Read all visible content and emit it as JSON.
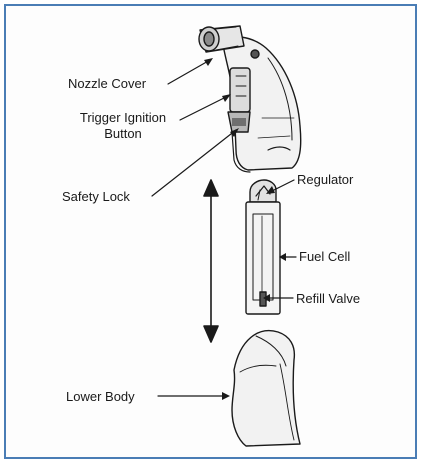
{
  "labels": {
    "nozzle_cover": "Nozzle Cover",
    "trigger_line1": "Trigger Ignition",
    "trigger_line2": "Button",
    "safety_lock": "Safety Lock",
    "regulator": "Regulator",
    "fuel_cell": "Fuel Cell",
    "refill_valve": "Refill Valve",
    "lower_body": "Lower Body"
  },
  "colors": {
    "frame_border": "#4a7db5",
    "line": "#1a1a1a",
    "fill_light": "#ececec",
    "fill_mid": "#cfcfcf"
  }
}
